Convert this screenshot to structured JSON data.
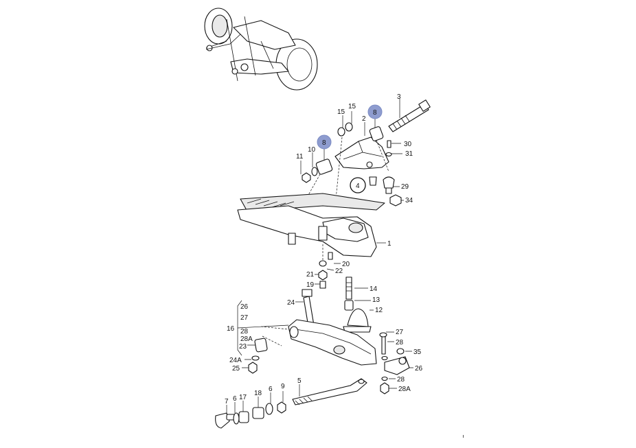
{
  "diagram": {
    "callouts": [
      {
        "id": "c3",
        "label": "3"
      },
      {
        "id": "c15a",
        "label": "15"
      },
      {
        "id": "c15b",
        "label": "15"
      },
      {
        "id": "c8a",
        "label": "8"
      },
      {
        "id": "c2",
        "label": "2"
      },
      {
        "id": "c8b",
        "label": "8"
      },
      {
        "id": "c10",
        "label": "10"
      },
      {
        "id": "c11",
        "label": "11"
      },
      {
        "id": "c30",
        "label": "30"
      },
      {
        "id": "c31",
        "label": "31"
      },
      {
        "id": "c4",
        "label": "4"
      },
      {
        "id": "c29",
        "label": "29"
      },
      {
        "id": "c34",
        "label": "34"
      },
      {
        "id": "c1",
        "label": "1"
      },
      {
        "id": "c20",
        "label": "20"
      },
      {
        "id": "c21",
        "label": "21"
      },
      {
        "id": "c22",
        "label": "22"
      },
      {
        "id": "c19",
        "label": "19"
      },
      {
        "id": "c14",
        "label": "14"
      },
      {
        "id": "c24",
        "label": "24"
      },
      {
        "id": "c13",
        "label": "13"
      },
      {
        "id": "c12",
        "label": "12"
      },
      {
        "id": "c26a",
        "label": "26"
      },
      {
        "id": "c27a",
        "label": "27"
      },
      {
        "id": "c16",
        "label": "16"
      },
      {
        "id": "c28a",
        "label": "28"
      },
      {
        "id": "c28A1",
        "label": "28A"
      },
      {
        "id": "c23",
        "label": "23"
      },
      {
        "id": "c24A",
        "label": "24A"
      },
      {
        "id": "c25",
        "label": "25"
      },
      {
        "id": "c27b",
        "label": "27"
      },
      {
        "id": "c28b",
        "label": "28"
      },
      {
        "id": "c35",
        "label": "35"
      },
      {
        "id": "c26b",
        "label": "26"
      },
      {
        "id": "c28c",
        "label": "28"
      },
      {
        "id": "c28A2",
        "label": "28A"
      },
      {
        "id": "c5",
        "label": "5"
      },
      {
        "id": "c7",
        "label": "7"
      },
      {
        "id": "c6a",
        "label": "6"
      },
      {
        "id": "c17",
        "label": "17"
      },
      {
        "id": "c18",
        "label": "18"
      },
      {
        "id": "c6b",
        "label": "6"
      },
      {
        "id": "c9",
        "label": "9"
      }
    ],
    "colors": {
      "highlight": "#8e9ccf",
      "line": "#111111",
      "background": "#ffffff"
    }
  }
}
